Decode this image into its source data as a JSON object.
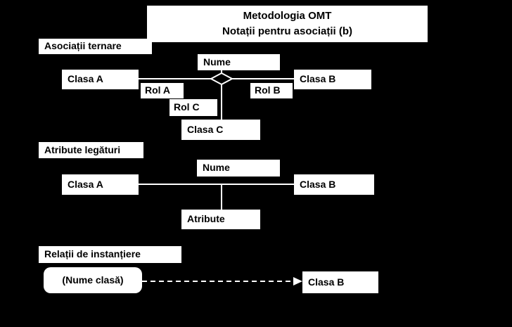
{
  "slide": {
    "title_line1": "Metodologia OMT",
    "title_line2": "Notații pentru asociații (b)"
  },
  "ternary": {
    "section_label": "Asociații ternare",
    "class_a": "Clasa A",
    "name": "Nume",
    "class_b": "Clasa B",
    "role_a": "Rol A",
    "role_b": "Rol B",
    "role_c": "Rol C",
    "class_c": "Clasa C"
  },
  "link_attributes": {
    "section_label": "Atribute legături",
    "class_a": "Clasa A",
    "name": "Nume",
    "class_b": "Clasa B",
    "attributes": "Atribute"
  },
  "instantiation": {
    "section_label": "Relații de instanțiere",
    "instance": "(Nume clasă)",
    "class_b": "Clasa B"
  },
  "colors": {
    "background": "#000000",
    "box_fill": "#ffffff",
    "box_text": "#000000",
    "connector": "#ffffff"
  }
}
